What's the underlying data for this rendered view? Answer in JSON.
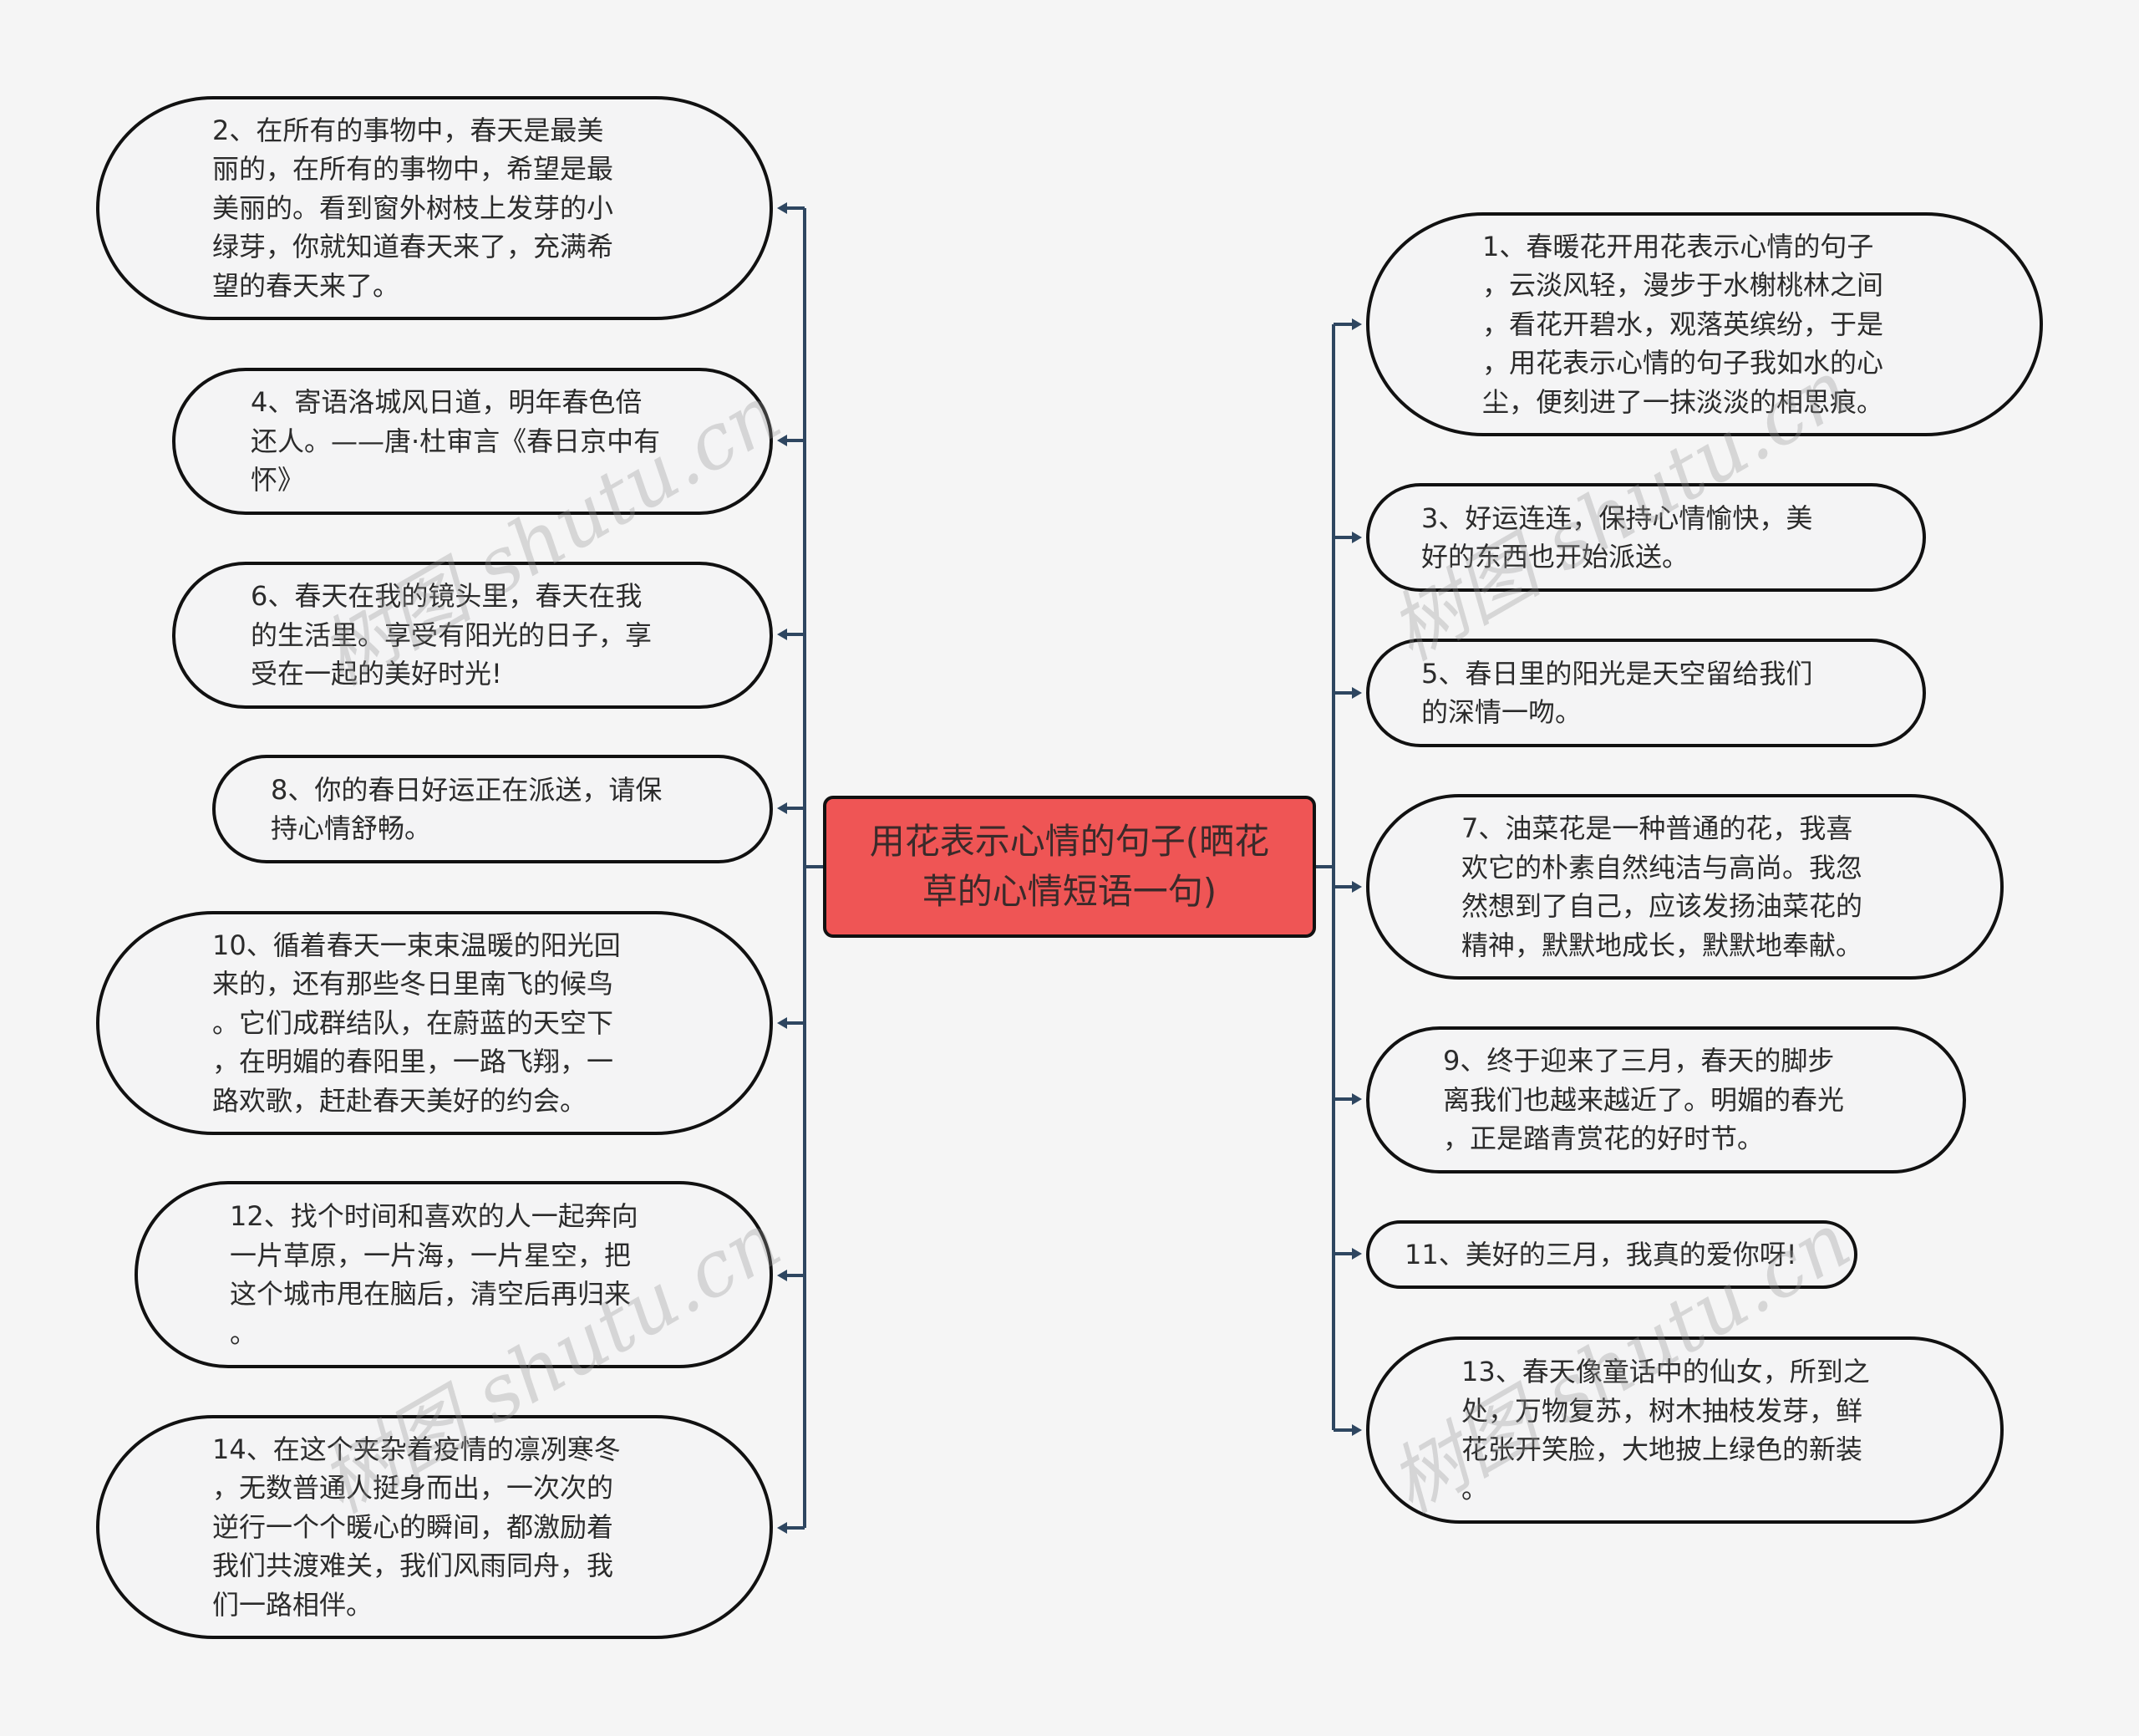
{
  "diagram": {
    "type": "mind-map",
    "center": {
      "title": "用花表示心情的句子(晒花\n草的心情短语一句)",
      "fill_color": "#ef5555"
    },
    "connector_color": "#2e4660",
    "node_fill": "#f4f4f5",
    "node_border": "#111111",
    "left_nodes": [
      {
        "id": 2,
        "text": "2、在所有的事物中，春天是最美\n丽的，在所有的事物中，希望是最\n美丽的。看到窗外树枝上发芽的小\n绿芽，你就知道春天来了，充满希\n望的春天来了。"
      },
      {
        "id": 4,
        "text": "4、寄语洛城风日道，明年春色倍\n还人。——唐·杜审言《春日京中有\n怀》"
      },
      {
        "id": 6,
        "text": "6、春天在我的镜头里，春天在我\n的生活里。享受有阳光的日子，享\n受在一起的美好时光!"
      },
      {
        "id": 8,
        "text": "8、你的春日好运正在派送，请保\n持心情舒畅。"
      },
      {
        "id": 10,
        "text": "10、循着春天一束束温暖的阳光回\n来的，还有那些冬日里南飞的候鸟\n。它们成群结队，在蔚蓝的天空下\n，在明媚的春阳里，一路飞翔，一\n路欢歌，赶赴春天美好的约会。"
      },
      {
        "id": 12,
        "text": "12、找个时间和喜欢的人一起奔向\n一片草原，一片海，一片星空，把\n这个城市甩在脑后，清空后再归来\n。"
      },
      {
        "id": 14,
        "text": "14、在这个夹杂着疫情的凛冽寒冬\n，无数普通人挺身而出，一次次的\n逆行一个个暖心的瞬间，都激励着\n我们共渡难关，我们风雨同舟，我\n们一路相伴。"
      }
    ],
    "right_nodes": [
      {
        "id": 1,
        "text": "1、春暖花开用花表示心情的句子\n，云淡风轻，漫步于水榭桃林之间\n，看花开碧水，观落英缤纷，于是\n，用花表示心情的句子我如水的心\n尘，便刻进了一抹淡淡的相思痕。"
      },
      {
        "id": 3,
        "text": "3、好运连连，保持心情愉快，美\n好的东西也开始派送。"
      },
      {
        "id": 5,
        "text": "5、春日里的阳光是天空留给我们\n的深情一吻。"
      },
      {
        "id": 7,
        "text": "7、油菜花是一种普通的花，我喜\n欢它的朴素自然纯洁与高尚。我忽\n然想到了自己，应该发扬油菜花的\n精神，默默地成长，默默地奉献。"
      },
      {
        "id": 9,
        "text": "9、终于迎来了三月，春天的脚步\n离我们也越来越近了。明媚的春光\n，正是踏青赏花的好时节。"
      },
      {
        "id": 11,
        "text": "11、美好的三月，我真的爱你呀!"
      },
      {
        "id": 13,
        "text": "13、春天像童话中的仙女，所到之\n处，万物复苏，树木抽枝发芽，鲜\n花张开笑脸，大地披上绿色的新装\n。"
      }
    ]
  },
  "watermarks": [
    "树图 shutu.cn",
    "树图 shutu.cn",
    "树图 shutu.cn",
    "树图 shutu.cn"
  ]
}
